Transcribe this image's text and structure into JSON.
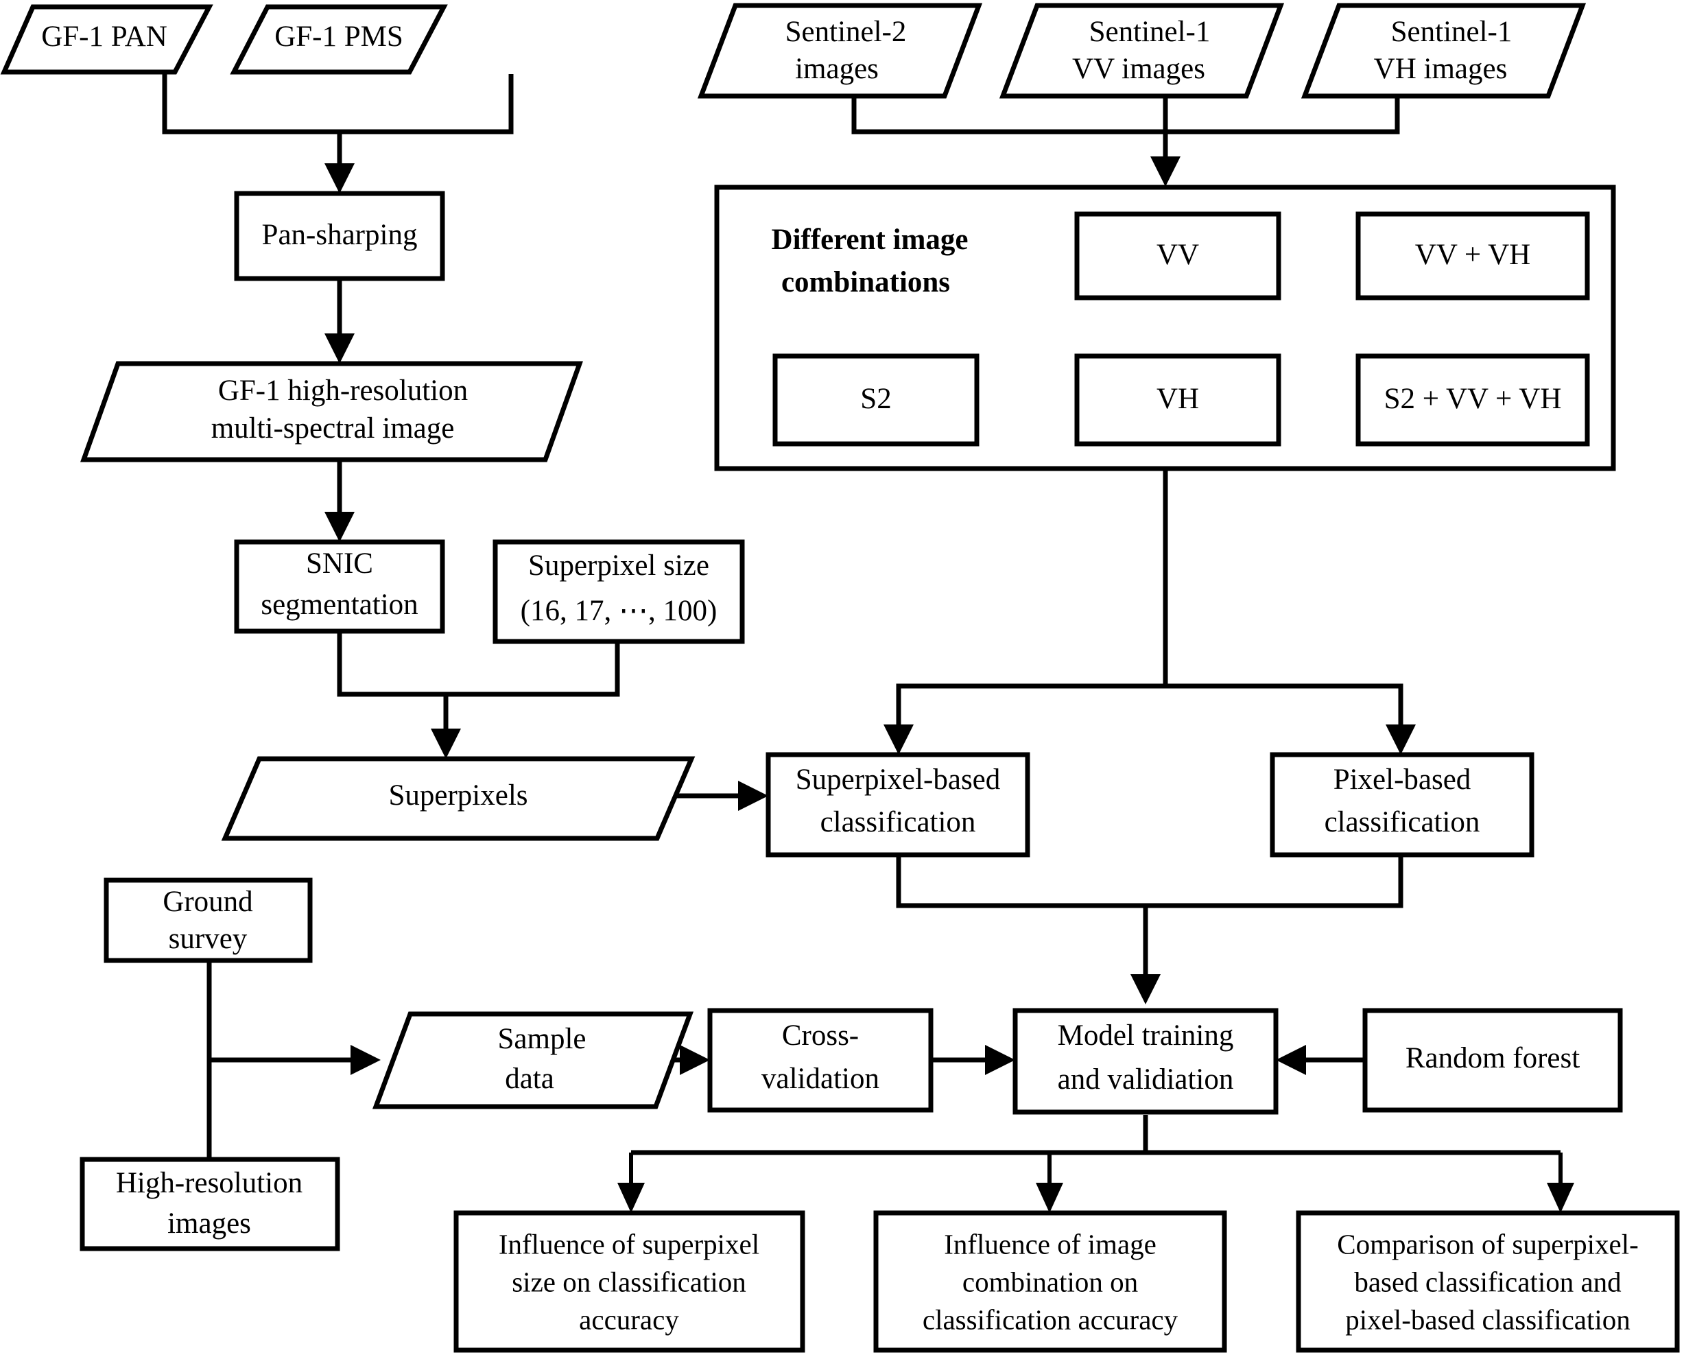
{
  "figure": {
    "type": "flowchart",
    "title": "Superpixel-based vs pixel-based crop classification workflow",
    "background_color": "#ffffff",
    "line_color": "#000000",
    "text_color": "#000000"
  },
  "nodes": {
    "gf1_pan": {
      "label": "GF-1 PAN",
      "shape": "parallelogram"
    },
    "gf1_pms": {
      "label": "GF-1 PMS",
      "shape": "parallelogram"
    },
    "sentinel2": {
      "line1": "Sentinel-2",
      "line2": "images",
      "shape": "parallelogram"
    },
    "sentinel1_vv": {
      "line1": "Sentinel-1",
      "line2": "VV images",
      "shape": "parallelogram"
    },
    "sentinel1_vh": {
      "line1": "Sentinel-1",
      "line2": "VH images",
      "shape": "parallelogram"
    },
    "pan_sharping": {
      "label": "Pan-sharping",
      "shape": "rectangle"
    },
    "gf1_highres": {
      "line1": "GF-1 high-resolution",
      "line2": "multi-spectral image",
      "shape": "parallelogram"
    },
    "snic": {
      "line1": "SNIC",
      "line2": "segmentation",
      "shape": "rectangle"
    },
    "superpixel_size": {
      "line1": "Superpixel size",
      "line2": "(16, 17, ⋯, 100)",
      "shape": "rectangle"
    },
    "superpixels": {
      "label": "Superpixels",
      "shape": "parallelogram"
    },
    "superpixel_classification": {
      "line1": "Superpixel-based",
      "line2": "classification",
      "shape": "rectangle"
    },
    "pixel_classification": {
      "line1": "Pixel-based",
      "line2": "classification",
      "shape": "rectangle"
    },
    "ground_survey": {
      "line1": "Ground",
      "line2": "survey",
      "shape": "rectangle"
    },
    "highres_images": {
      "line1": "High-resolution",
      "line2": "images",
      "shape": "rectangle"
    },
    "sample_data": {
      "line1": "Sample",
      "line2": "data",
      "shape": "parallelogram"
    },
    "cross_validation": {
      "line1": "Cross-",
      "line2": "validation",
      "shape": "rectangle"
    },
    "model_training": {
      "line1": "Model training",
      "line2": "and validiation",
      "shape": "rectangle"
    },
    "random_forest": {
      "label": "Random forest",
      "shape": "rectangle"
    },
    "out_superpixel_size": {
      "line1": "Influence of superpixel",
      "line2": "size on classification",
      "line3": "accuracy",
      "shape": "rectangle"
    },
    "out_image_combination": {
      "line1": "Influence of image",
      "line2": "combination on",
      "line3": "classification accuracy",
      "shape": "rectangle"
    },
    "out_comparison": {
      "line1": "Comparison of superpixel-",
      "line2": "based classification and",
      "line3": "pixel-based classification",
      "shape": "rectangle"
    }
  },
  "combinations_panel": {
    "title_line1": "Different image",
    "title_line2": "combinations",
    "items": [
      {
        "label": "VV"
      },
      {
        "label": "VV + VH"
      },
      {
        "label": "S2"
      },
      {
        "label": "VH"
      },
      {
        "label": "S2 + VV + VH"
      }
    ]
  }
}
